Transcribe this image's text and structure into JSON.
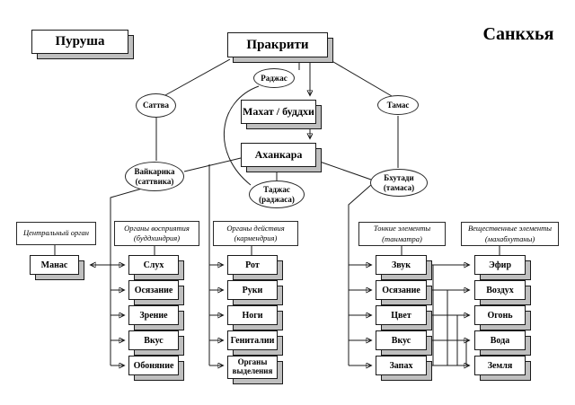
{
  "title": "Санкхья",
  "colors": {
    "depth_gray": "#bfbfbf",
    "line": "#1a1a1a"
  },
  "nodes": {
    "purusha": "Пуруша",
    "prakriti": "Пракрити",
    "mahat": "Махат / буддхи",
    "ahankara": "Аханкара",
    "manas": "Манас"
  },
  "gunas": {
    "sattva": "Саттва",
    "rajas": "Раджас",
    "tamas": "Тамас"
  },
  "ahankara_aspects": {
    "vaikarika": {
      "name": "Вайкарика",
      "sub": "(саттвика)"
    },
    "tajas": {
      "name": "Таджас",
      "sub": "(раджаса)"
    },
    "bhutadi": {
      "name": "Бхутади",
      "sub": "(тамаса)"
    }
  },
  "groups": {
    "central": {
      "label": "Центральный орган"
    },
    "perception": {
      "label": "Органы восприятия",
      "sub": "(буддхиндрия)",
      "items": [
        "Слух",
        "Осязание",
        "Зрение",
        "Вкус",
        "Обоняние"
      ]
    },
    "action": {
      "label": "Органы действия",
      "sub": "(кармендрия)",
      "items": [
        "Рот",
        "Руки",
        "Ноги",
        "Гениталии",
        "Органы выделения"
      ]
    },
    "subtle": {
      "label": "Тонкие элементы",
      "sub": "(танматра)",
      "items": [
        "Звук",
        "Осязание",
        "Цвет",
        "Вкус",
        "Запах"
      ]
    },
    "material": {
      "label": "Вещественные элементы",
      "sub": "(махабхутаны)",
      "items": [
        "Эфир",
        "Воздух",
        "Огонь",
        "Вода",
        "Земля"
      ]
    }
  }
}
